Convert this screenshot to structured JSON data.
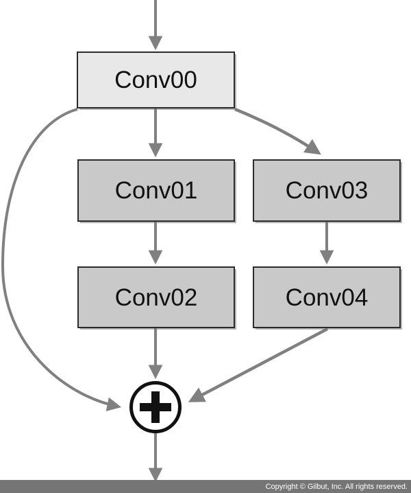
{
  "diagram": {
    "type": "neural-network-residual-block",
    "nodes": [
      {
        "id": "conv00",
        "label": "Conv00",
        "fill": "#e8e8e8"
      },
      {
        "id": "conv01",
        "label": "Conv01",
        "fill": "#c9c9c9"
      },
      {
        "id": "conv02",
        "label": "Conv02",
        "fill": "#c9c9c9"
      },
      {
        "id": "conv03",
        "label": "Conv03",
        "fill": "#c9c9c9"
      },
      {
        "id": "conv04",
        "label": "Conv04",
        "fill": "#c9c9c9"
      }
    ],
    "add_node": {
      "id": "add",
      "symbol": "+"
    },
    "edges": [
      {
        "from": "input",
        "to": "conv00",
        "style": "straight"
      },
      {
        "from": "conv00",
        "to": "conv01",
        "style": "straight"
      },
      {
        "from": "conv00",
        "to": "conv03",
        "style": "diagonal"
      },
      {
        "from": "conv00",
        "to": "add",
        "style": "curved-skip"
      },
      {
        "from": "conv01",
        "to": "conv02",
        "style": "straight"
      },
      {
        "from": "conv03",
        "to": "conv04",
        "style": "straight"
      },
      {
        "from": "conv02",
        "to": "add",
        "style": "straight"
      },
      {
        "from": "conv04",
        "to": "add",
        "style": "diagonal"
      },
      {
        "from": "add",
        "to": "output",
        "style": "straight"
      }
    ],
    "colors": {
      "arrow": "#808080",
      "box_border": "#2b2b2b",
      "box_fill_light": "#e8e8e8",
      "box_fill": "#c9c9c9",
      "plus_stroke": "#111111",
      "footer_bg": "#757575",
      "footer_text": "#ffffff"
    }
  },
  "footer": {
    "copyright": "Copyright © Gilbut, Inc. All rights reserved."
  }
}
